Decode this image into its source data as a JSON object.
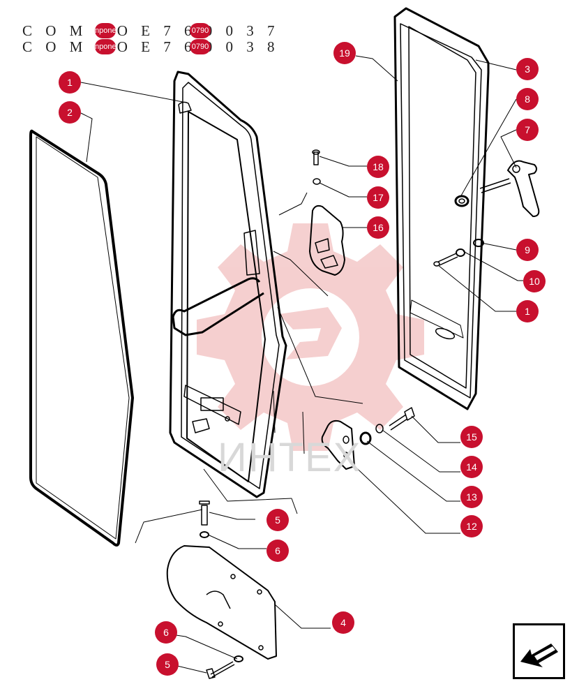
{
  "header": {
    "line1_text": "C O M P O     E 7 6 0     0 3 7",
    "line2_text": "C O M P O     E 7 6 0     0 3 8",
    "line1_badge_a": "npone",
    "line1_badge_b": "0790",
    "line2_badge_a": "npone",
    "line2_badge_b": "0790"
  },
  "watermark": {
    "text": "ИНТЕХ"
  },
  "callouts": [
    {
      "id": "c1a",
      "label": "1"
    },
    {
      "id": "c2",
      "label": "2"
    },
    {
      "id": "c19",
      "label": "19"
    },
    {
      "id": "c3",
      "label": "3"
    },
    {
      "id": "c8",
      "label": "8"
    },
    {
      "id": "c7",
      "label": "7"
    },
    {
      "id": "c18",
      "label": "18"
    },
    {
      "id": "c17",
      "label": "17"
    },
    {
      "id": "c16",
      "label": "16"
    },
    {
      "id": "c9",
      "label": "9"
    },
    {
      "id": "c10",
      "label": "10"
    },
    {
      "id": "c1b",
      "label": "1"
    },
    {
      "id": "c15",
      "label": "15"
    },
    {
      "id": "c14",
      "label": "14"
    },
    {
      "id": "c13",
      "label": "13"
    },
    {
      "id": "c12",
      "label": "12"
    },
    {
      "id": "c5a",
      "label": "5"
    },
    {
      "id": "c6a",
      "label": "6"
    },
    {
      "id": "c4",
      "label": "4"
    },
    {
      "id": "c6b",
      "label": "6"
    },
    {
      "id": "c5b",
      "label": "5"
    }
  ],
  "colors": {
    "callout": "#c8102e",
    "line": "#000000",
    "watermark": "#f3c4c4"
  },
  "nav_icon": "arrow-down-left-icon"
}
